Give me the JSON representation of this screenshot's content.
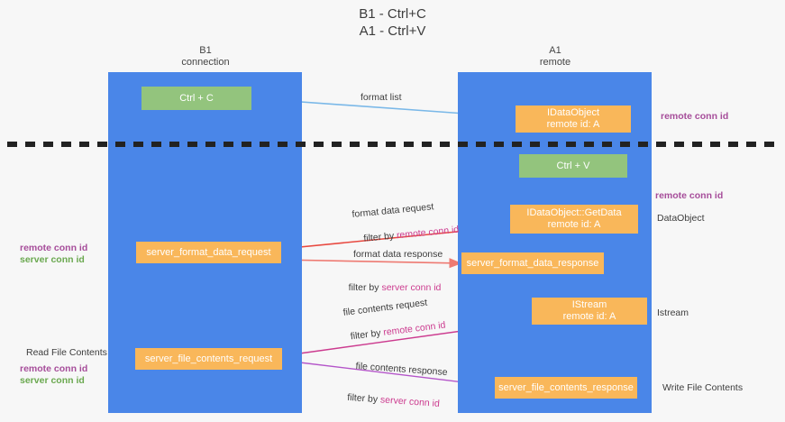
{
  "title": "B1 - Ctrl+C\nA1 - Ctrl+V",
  "columns": [
    {
      "name": "b1",
      "label": "B1\nconnection"
    },
    {
      "name": "a1",
      "label": "A1\nremote"
    }
  ],
  "boxes": [
    {
      "name": "ctrl-c-box",
      "label": "Ctrl + C",
      "color": "#93c47d"
    },
    {
      "name": "idataobject-box",
      "label": "IDataObject\nremote id: A",
      "color": "#f9b75a"
    },
    {
      "name": "ctrl-v-box",
      "label": "Ctrl + V",
      "color": "#93c47d"
    },
    {
      "name": "getdata-box",
      "label": "IDataObject::GetData\nremote id: A",
      "color": "#f9b75a"
    },
    {
      "name": "server-format-data-request-box",
      "label": "server_format_data_request",
      "color": "#f9b75a"
    },
    {
      "name": "server-format-data-response-box",
      "label": "server_format_data_response",
      "color": "#f9b75a"
    },
    {
      "name": "istream-box",
      "label": "IStream\nremote id: A",
      "color": "#f9b75a"
    },
    {
      "name": "server-file-contents-request-box",
      "label": "server_file_contents_request",
      "color": "#f9b75a"
    },
    {
      "name": "server-file-contents-response-box",
      "label": "server_file_contents_response",
      "color": "#f9b75a"
    }
  ],
  "arrow_labels": {
    "format_list": "format list",
    "format_data_request": "format data request",
    "format_data_request_filter_prefix": "filter by ",
    "format_data_request_filter_key": "remote conn id",
    "format_data_response": "format data response",
    "format_data_response_filter_prefix": "filter by ",
    "format_data_response_filter_key": "server conn id",
    "file_contents_request": "file contents request",
    "file_contents_request_filter_prefix": "filter by ",
    "file_contents_request_filter_key": "remote conn id",
    "file_contents_response": "file contents response",
    "file_contents_response_filter_prefix": "filter by ",
    "file_contents_response_filter_key": "server conn id"
  },
  "annotations": {
    "right_remote_conn_id_top": "remote conn id",
    "right_remote_conn_id_mid": "remote conn id",
    "right_dataobject": "DataObject",
    "right_istream": "Istream",
    "right_write_file_contents": "Write File Contents",
    "left_remote_conn_id": "remote conn id",
    "left_server_conn_id": "server conn id",
    "left_read_file_contents": "Read File Contents",
    "left_remote_conn_id_2": "remote conn id",
    "left_server_conn_id_2": "server conn id"
  },
  "colors": {
    "lane": "#4a86e8",
    "green_box": "#93c47d",
    "orange_box": "#f9b75a",
    "purple": "#a64d9a",
    "magenta": "#cc3b8f",
    "green_text": "#6aa84f",
    "red_arrow": "#e8483f",
    "blue_arrow": "#7ab8e8",
    "divider": "#222222",
    "background": "#f7f7f7"
  }
}
